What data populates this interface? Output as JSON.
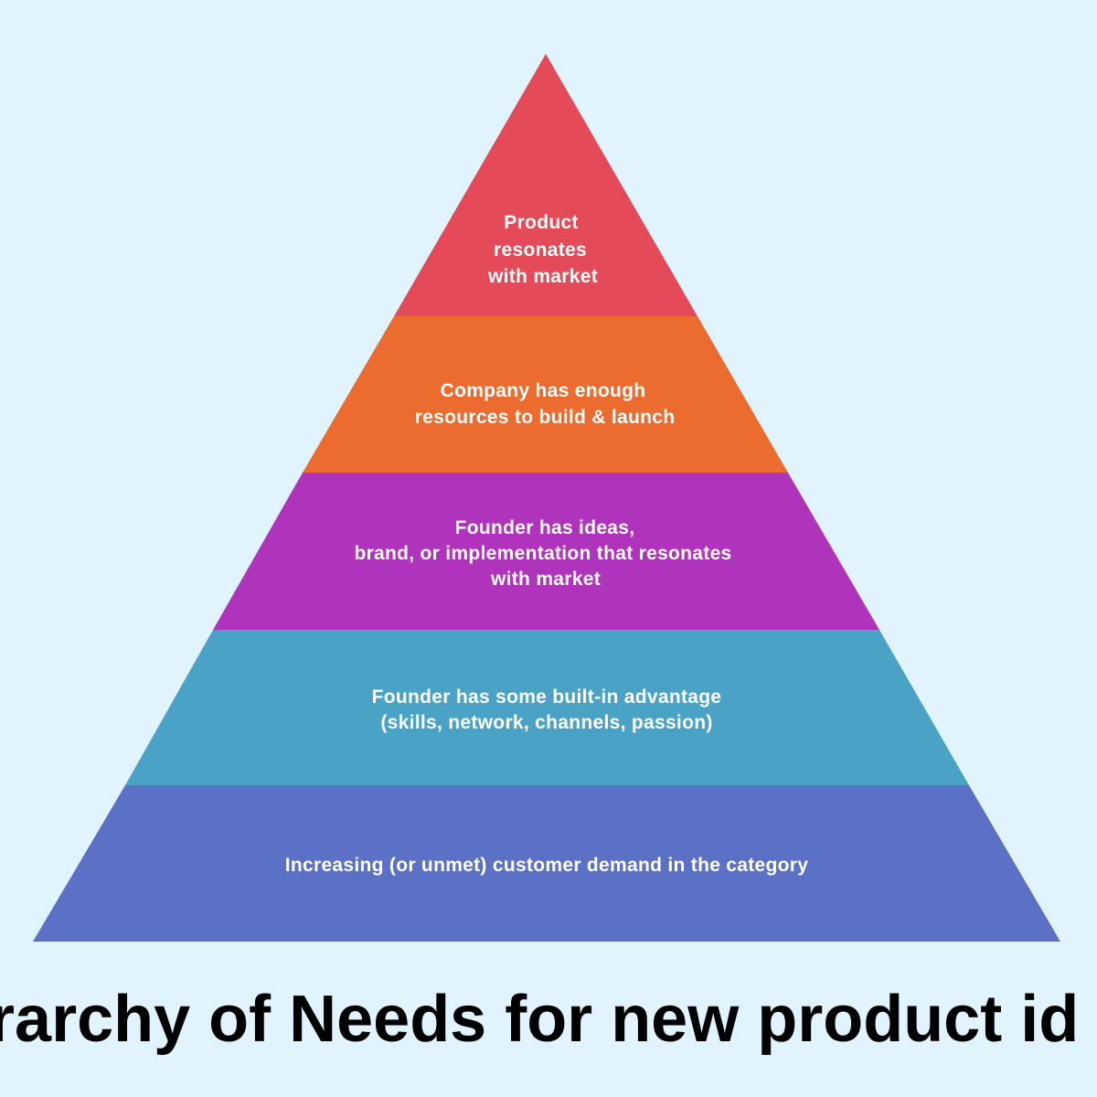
{
  "diagram": {
    "type": "pyramid",
    "tiers": [
      {
        "lines": [
          "Product",
          "resonates",
          "with market"
        ],
        "color": "#e44a58"
      },
      {
        "lines": [
          "Company has enough",
          "resources to build & launch"
        ],
        "color": "#ec6b2f"
      },
      {
        "lines": [
          "Founder has ideas,",
          "brand, or implementation that resonates",
          "with market"
        ],
        "color": "#b033bb"
      },
      {
        "lines": [
          "Founder has some built-in advantage",
          "(skills, network, channels, passion)"
        ],
        "color": "#4aa3c6"
      },
      {
        "lines": [
          "Increasing (or unmet) customer demand in the category"
        ],
        "color": "#5b71c5"
      }
    ]
  },
  "title": {
    "text": "rarchy of Needs for new product id"
  },
  "colors": {
    "background": "#e1f4fd",
    "title": "#000000",
    "tier_text": "#ffffff"
  }
}
